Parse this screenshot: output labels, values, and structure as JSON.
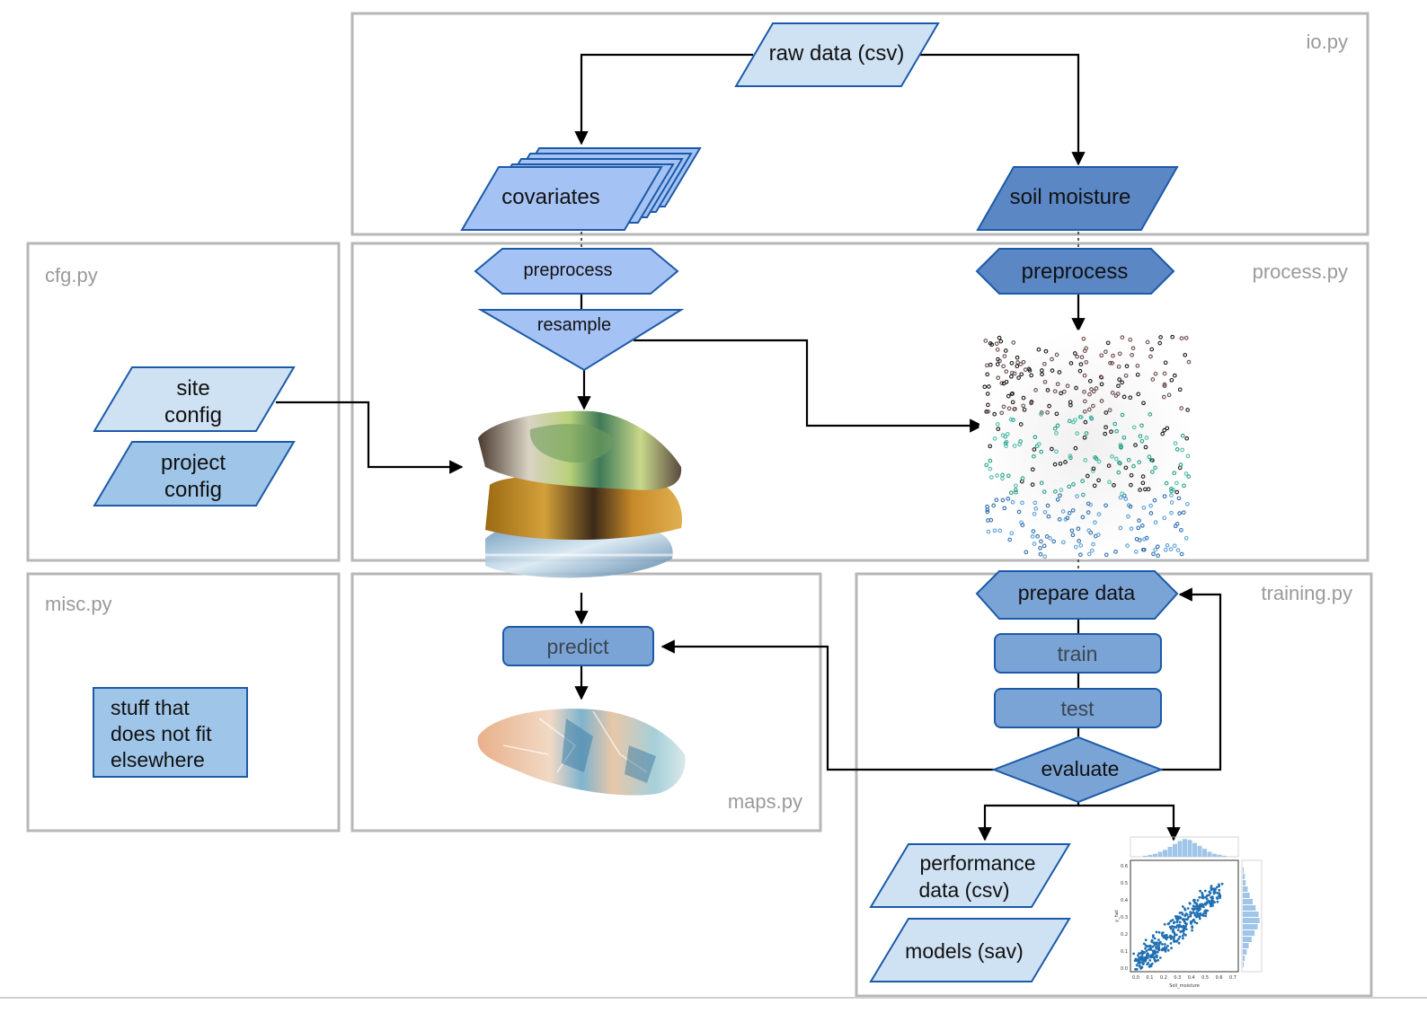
{
  "panels": {
    "io": "io.py",
    "cfg": "cfg.py",
    "process": "process.py",
    "misc": "misc.py",
    "maps": "maps.py",
    "training": "training.py"
  },
  "nodes": {
    "raw_data": "raw data (csv)",
    "covariates": "covariates",
    "soil_moisture": "soil moisture",
    "preprocess_cov": "preprocess",
    "preprocess_soil": "preprocess",
    "resample": "resample",
    "site_config": [
      "site",
      "config"
    ],
    "project_config": [
      "project",
      "config"
    ],
    "misc_note": [
      "stuff that",
      "does not fit",
      "elsewhere"
    ],
    "predict": "predict",
    "prepare_data": "prepare data",
    "train": "train",
    "test": "test",
    "evaluate": "evaluate",
    "performance_data": [
      "performance",
      "data (csv)"
    ],
    "models": "models (sav)"
  },
  "scatter_thumbnail": {
    "xlabel": "Soil_moisture",
    "ylabel": "y_hat",
    "x_ticks": [
      "0.0",
      "0.1",
      "0.2",
      "0.3",
      "0.4",
      "0.5",
      "0.6",
      "0.7"
    ],
    "y_ticks": [
      "0.0",
      "0.1",
      "0.2",
      "0.3",
      "0.4",
      "0.5",
      "0.6"
    ]
  },
  "colors": {
    "light_fill": "#cfe2f3",
    "mid_fill": "#a4c2f4",
    "medium_fill": "#9fc5e8",
    "dark_fill": "#5b87c5",
    "process_fill": "#7aa3d6",
    "stroke": "#1c5aa8",
    "panel_border": "#b7b7b7",
    "panel_label": "#9a9a9a"
  }
}
